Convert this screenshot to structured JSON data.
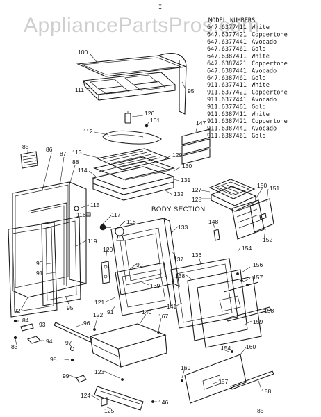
{
  "watermark": "AppliancePartsPros.com",
  "model_table": {
    "header": "MODEL NUMBERS",
    "rows": [
      {
        "model": "647.6377411",
        "color": "White"
      },
      {
        "model": "647.6377421",
        "color": "Coppertone"
      },
      {
        "model": "647.6377441",
        "color": "Avocado"
      },
      {
        "model": "647.6377461",
        "color": "Gold"
      },
      {
        "model": "647.6387411",
        "color": "White"
      },
      {
        "model": "647.6387421",
        "color": "Coppertone"
      },
      {
        "model": "647.6387441",
        "color": "Avocado"
      },
      {
        "model": "647.6387461",
        "color": "Gold"
      },
      {
        "model": "911.6377411",
        "color": "White"
      },
      {
        "model": "911.6377421",
        "color": "Coppertone"
      },
      {
        "model": "911.6377441",
        "color": "Avocado"
      },
      {
        "model": "911.6377461",
        "color": "Gold"
      },
      {
        "model": "911.6387411",
        "color": "White"
      },
      {
        "model": "911.6387421",
        "color": "Coppertone"
      },
      {
        "model": "911.6387441",
        "color": "Avocado"
      },
      {
        "model": "911.6387461",
        "color": "Gold"
      }
    ]
  },
  "section_title": "BODY SECTION",
  "page_code": "85",
  "callouts": {
    "c100": "100",
    "c111": "111",
    "c95a": "95",
    "c126": "126",
    "c101": "101",
    "c112": "112",
    "c147": "147",
    "c85": "85",
    "c86": "86",
    "c87": "87",
    "c88": "88",
    "c113": "113",
    "c129": "129",
    "c114": "114",
    "c130": "130",
    "c131": "131",
    "c132": "132",
    "c127": "127",
    "c128": "128",
    "c150": "150",
    "c151": "151",
    "c115": "115",
    "c116": "116",
    "c117": "117",
    "c118": "118",
    "c133": "133",
    "c148": "148",
    "c152": "152",
    "c119": "119",
    "c154a": "154",
    "c120": "120",
    "c136": "136",
    "c137": "137",
    "c90a": "90",
    "c90b": "90",
    "c91a": "91",
    "c138": "138",
    "c156": "156",
    "c139": "139",
    "c157a": "157",
    "c95b": "95",
    "c121": "121",
    "c91b": "91",
    "c141": "141",
    "c158a": "158",
    "c92": "92",
    "c122": "122",
    "c140": "140",
    "c167": "167",
    "c159": "159",
    "c84": "84",
    "c93": "93",
    "c96": "96",
    "c83": "83",
    "c94": "94",
    "c97": "97",
    "c154b": "154",
    "c160": "160",
    "c98": "98",
    "c169": "169",
    "c123": "123",
    "c99": "99",
    "c157b": "157",
    "c158b": "158",
    "c124": "124",
    "c146": "146",
    "c125": "125"
  }
}
